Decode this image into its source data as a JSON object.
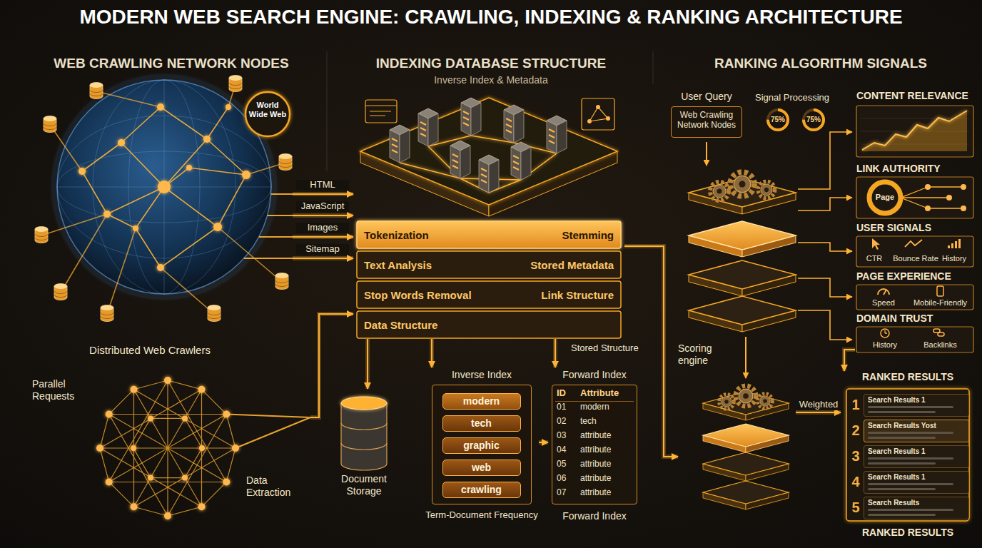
{
  "diagram": {
    "title": "MODERN WEB SEARCH ENGINE: CRAWLING, INDEXING & RANKING ARCHITECTURE",
    "nodes": [
      {
        "text": [
          "World Wide Web",
          "Distributed Web Crawlers"
        ]
      },
      {
        "text": [
          "Parallel Requests",
          "Data Extraction"
        ]
      },
      {
        "text": [
          "Tokenization",
          "Stemming",
          "Text Analysis",
          "Stored Metadata",
          "Stop Words Removal",
          "Link Structure",
          "Data Structure"
        ]
      },
      {
        "text": [
          "Document Storage"
        ]
      },
      {
        "text": [
          "Inverse Index",
          "Term-Document Frequency"
        ]
      },
      {
        "text": [
          "modern"
        ],
        "in": 4
      },
      {
        "text": [
          "tech"
        ],
        "in": 4
      },
      {
        "text": [
          "graphic"
        ],
        "in": 4
      },
      {
        "text": [
          "web"
        ],
        "in": 4
      },
      {
        "text": [
          "crawling"
        ],
        "in": 4
      },
      {
        "text": [
          "Forward Index",
          "ID",
          "Attribute",
          "01",
          "modern",
          "02",
          "tech",
          "03",
          "attribute",
          "04",
          "attribute",
          "05",
          "attribute",
          "06",
          "attribute",
          "07",
          "attribute",
          "Forward Index"
        ]
      },
      {
        "text": [
          "User Query",
          "Web Crawling Network Nodes"
        ]
      },
      {
        "text": [
          "Scoring engine"
        ]
      },
      {
        "text": [
          "CONTENT RELEVANCE"
        ]
      },
      {
        "text": [
          "LINK AUTHORITY",
          "Page"
        ]
      },
      {
        "text": [
          "USER SIGNALS",
          "CTR",
          "Bounce Rate",
          "History"
        ]
      },
      {
        "text": [
          "PAGE EXPERIENCE",
          "Speed",
          "Mobile-Friendly"
        ]
      },
      {
        "text": [
          "DOMAIN TRUST",
          "History",
          "Backlinks"
        ]
      },
      {
        "text": [
          "RANKED RESULTS",
          "RANKED RESULTS"
        ]
      },
      {
        "text": [
          "1",
          "Search Results 1"
        ],
        "in": 18
      },
      {
        "text": [
          "2",
          "Search Results Yost"
        ],
        "in": 18
      },
      {
        "text": [
          "3",
          "Search Results 1"
        ],
        "in": 18
      },
      {
        "text": [
          "4",
          "Search Results 1"
        ],
        "in": 18
      },
      {
        "text": [
          "5",
          "Search Results"
        ],
        "in": 18
      }
    ],
    "edges": [
      {
        "from": 0,
        "to": 2,
        "label": "HTML",
        "arrow": "to"
      },
      {
        "from": 0,
        "to": 2,
        "label": "JavaScript",
        "arrow": "to"
      },
      {
        "from": 0,
        "to": 2,
        "label": "Images",
        "arrow": "to"
      },
      {
        "from": 0,
        "to": 2,
        "label": "Sitemap",
        "arrow": "to"
      },
      {
        "from": 1,
        "to": 2,
        "arrow": "to"
      },
      {
        "from": 2,
        "to": 3,
        "arrow": "to"
      },
      {
        "from": 2,
        "to": 4,
        "arrow": "to"
      },
      {
        "from": 2,
        "to": 10,
        "arrow": "to"
      },
      {
        "from": 4,
        "to": 10,
        "arrow": "to"
      },
      {
        "from": 2,
        "to": 12,
        "arrow": "to"
      },
      {
        "from": 12,
        "to": 18,
        "label": "Weighted",
        "arrow": "to"
      },
      {
        "from": 17,
        "to": 18,
        "arrow": "to"
      }
    ],
    "labels": [
      "WEB CRAWLING NETWORK NODES",
      "INDEXING DATABASE STRUCTURE",
      "Inverse Index & Metadata",
      "RANKING ALGORITHM SIGNALS",
      "Signal Processing",
      "75%",
      "75%",
      "Stored Structure"
    ]
  }
}
